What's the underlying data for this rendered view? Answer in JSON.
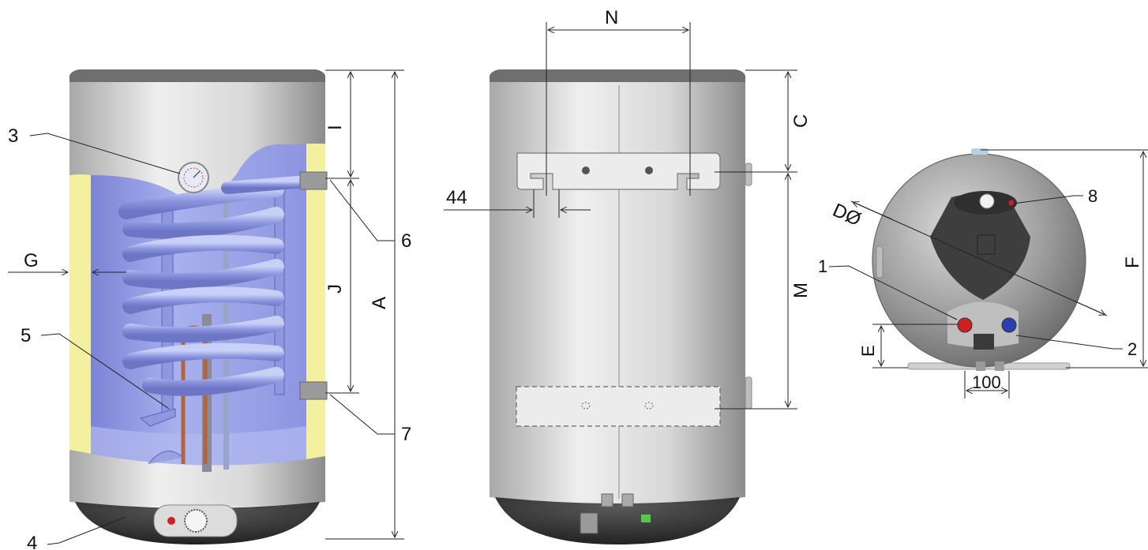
{
  "views": {
    "cutaway": {
      "callouts": [
        "3",
        "5",
        "4",
        "6",
        "7"
      ],
      "dims": {
        "insulation": "G",
        "top_to_inlet": "I",
        "coil_span": "J",
        "total_height": "A"
      }
    },
    "rear": {
      "dims": {
        "bracket_width": "N",
        "slot": "44",
        "top_to_bracket": "C",
        "bracket_spacing": "M"
      }
    },
    "top": {
      "callouts": [
        "1",
        "2",
        "8"
      ],
      "dims": {
        "diameter": "DØ",
        "base_height": "E",
        "depth": "F",
        "pipe_spacing": "100"
      }
    }
  },
  "colors": {
    "tank_light": "#e8e8e8",
    "tank_dark": "#9a9a9a",
    "insulation": "#f3f0a0",
    "inner": "#8f97e2",
    "coil": "#a6b1ea",
    "base": "#3c3c3c",
    "hot_pipe": "#cc2222",
    "cold_pipe": "#2a3fb0"
  }
}
